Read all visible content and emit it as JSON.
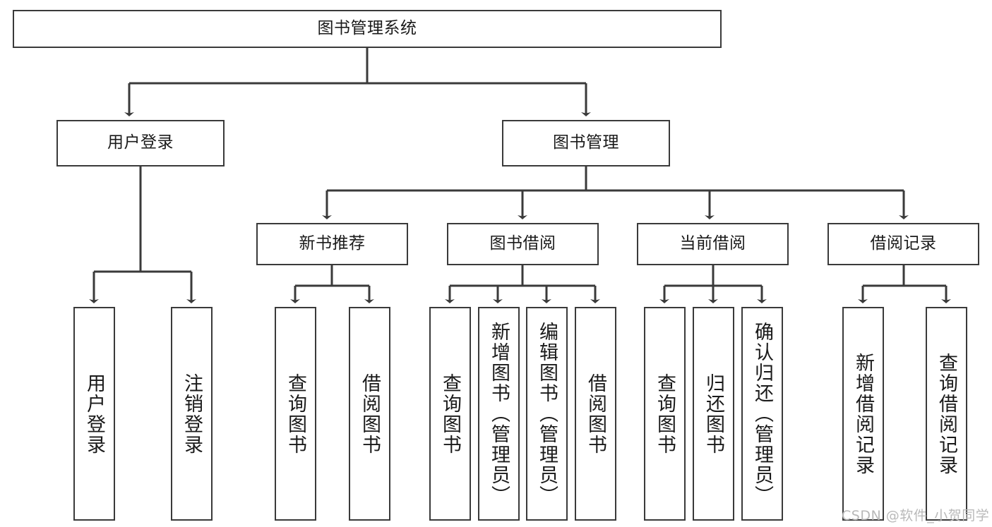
{
  "diagram": {
    "type": "hierarchy-tree",
    "title": "图书管理系统",
    "watermark": "CSDN @软件_小贺同学",
    "colors": {
      "stroke": "#3a3a3a",
      "fill": "#ffffff",
      "text": "#1a1a1a",
      "watermark": "#b9b9b9"
    },
    "nodes": {
      "root": {
        "label": "图书管理系统",
        "level": 1
      },
      "l2": [
        {
          "id": "user-login",
          "label": "用户登录",
          "level": 2
        },
        {
          "id": "book-manage",
          "label": "图书管理",
          "level": 2
        }
      ],
      "l3": [
        {
          "id": "new-book-recommend",
          "label": "新书推荐",
          "level": 3
        },
        {
          "id": "book-borrow",
          "label": "图书借阅",
          "level": 3
        },
        {
          "id": "current-borrow",
          "label": "当前借阅",
          "level": 3
        },
        {
          "id": "borrow-record",
          "label": "借阅记录",
          "level": 3
        }
      ],
      "leaves": [
        {
          "id": "leaf-user-login",
          "label": "用户登录",
          "parent": "user-login"
        },
        {
          "id": "leaf-logout",
          "label": "注销登录",
          "parent": "user-login"
        },
        {
          "id": "leaf-query-book-1",
          "label": "查询图书",
          "parent": "new-book-recommend"
        },
        {
          "id": "leaf-borrow-book-1",
          "label": "借阅图书",
          "parent": "new-book-recommend"
        },
        {
          "id": "leaf-query-book-2",
          "label": "查询图书",
          "parent": "book-borrow"
        },
        {
          "id": "leaf-add-book",
          "label": "新增图书（管理员）",
          "parent": "book-borrow"
        },
        {
          "id": "leaf-edit-book",
          "label": "编辑图书（管理员）",
          "parent": "book-borrow"
        },
        {
          "id": "leaf-borrow-book-2",
          "label": "借阅图书",
          "parent": "book-borrow"
        },
        {
          "id": "leaf-query-book-3",
          "label": "查询图书",
          "parent": "current-borrow"
        },
        {
          "id": "leaf-return-book",
          "label": "归还图书",
          "parent": "current-borrow"
        },
        {
          "id": "leaf-confirm-return",
          "label": "确认归还（管理员）",
          "parent": "current-borrow"
        },
        {
          "id": "leaf-add-record",
          "label": "新增借阅记录",
          "parent": "borrow-record"
        },
        {
          "id": "leaf-query-record",
          "label": "查询借阅记录",
          "parent": "borrow-record"
        }
      ]
    }
  }
}
